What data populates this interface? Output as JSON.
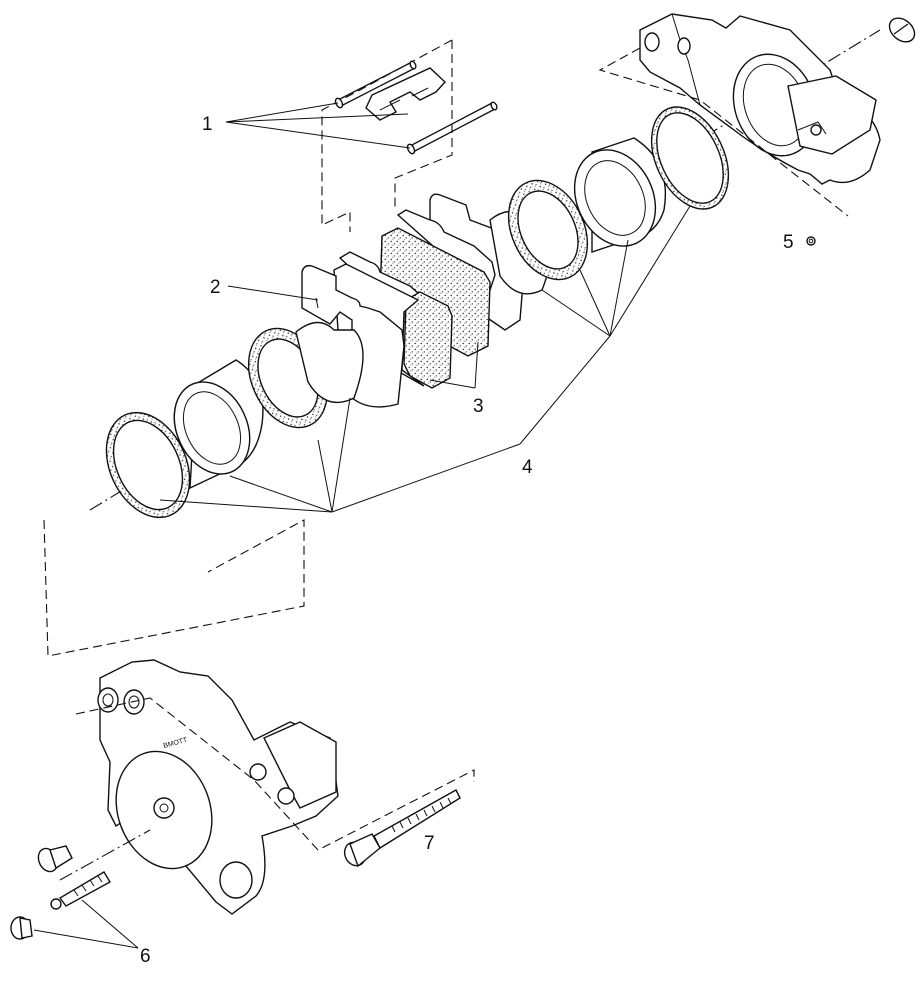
{
  "callouts": [
    {
      "id": "1",
      "label": "1"
    },
    {
      "id": "2",
      "label": "2"
    },
    {
      "id": "3",
      "label": "3"
    },
    {
      "id": "4",
      "label": "4"
    },
    {
      "id": "5",
      "label": "5"
    },
    {
      "id": "6",
      "label": "6"
    },
    {
      "id": "7",
      "label": "7"
    }
  ],
  "caliper_stamp": "BMOTT"
}
